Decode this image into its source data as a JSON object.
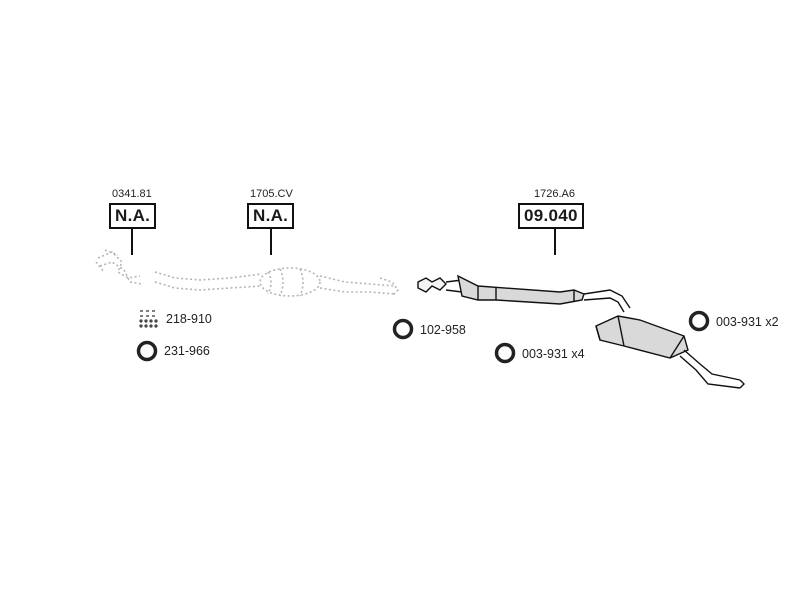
{
  "callouts": [
    {
      "code": "0341.81",
      "box": "N.A."
    },
    {
      "code": "1705.CV",
      "box": "N.A."
    },
    {
      "code": "1726.A6",
      "box": "09.040"
    }
  ],
  "parts": [
    {
      "label": "218-910",
      "icon": "clamp-kit-icon"
    },
    {
      "label": "231-966",
      "icon": "ring-gasket-icon"
    },
    {
      "label": "102-958",
      "icon": "ring-gasket-icon"
    },
    {
      "label": "003-931 x4",
      "icon": "ring-gasket-icon"
    },
    {
      "label": "003-931 x2",
      "icon": "ring-gasket-icon"
    }
  ],
  "colors": {
    "line": "#111111",
    "dotted": "#b5b5b5",
    "muffler": "#d9d9d9"
  }
}
